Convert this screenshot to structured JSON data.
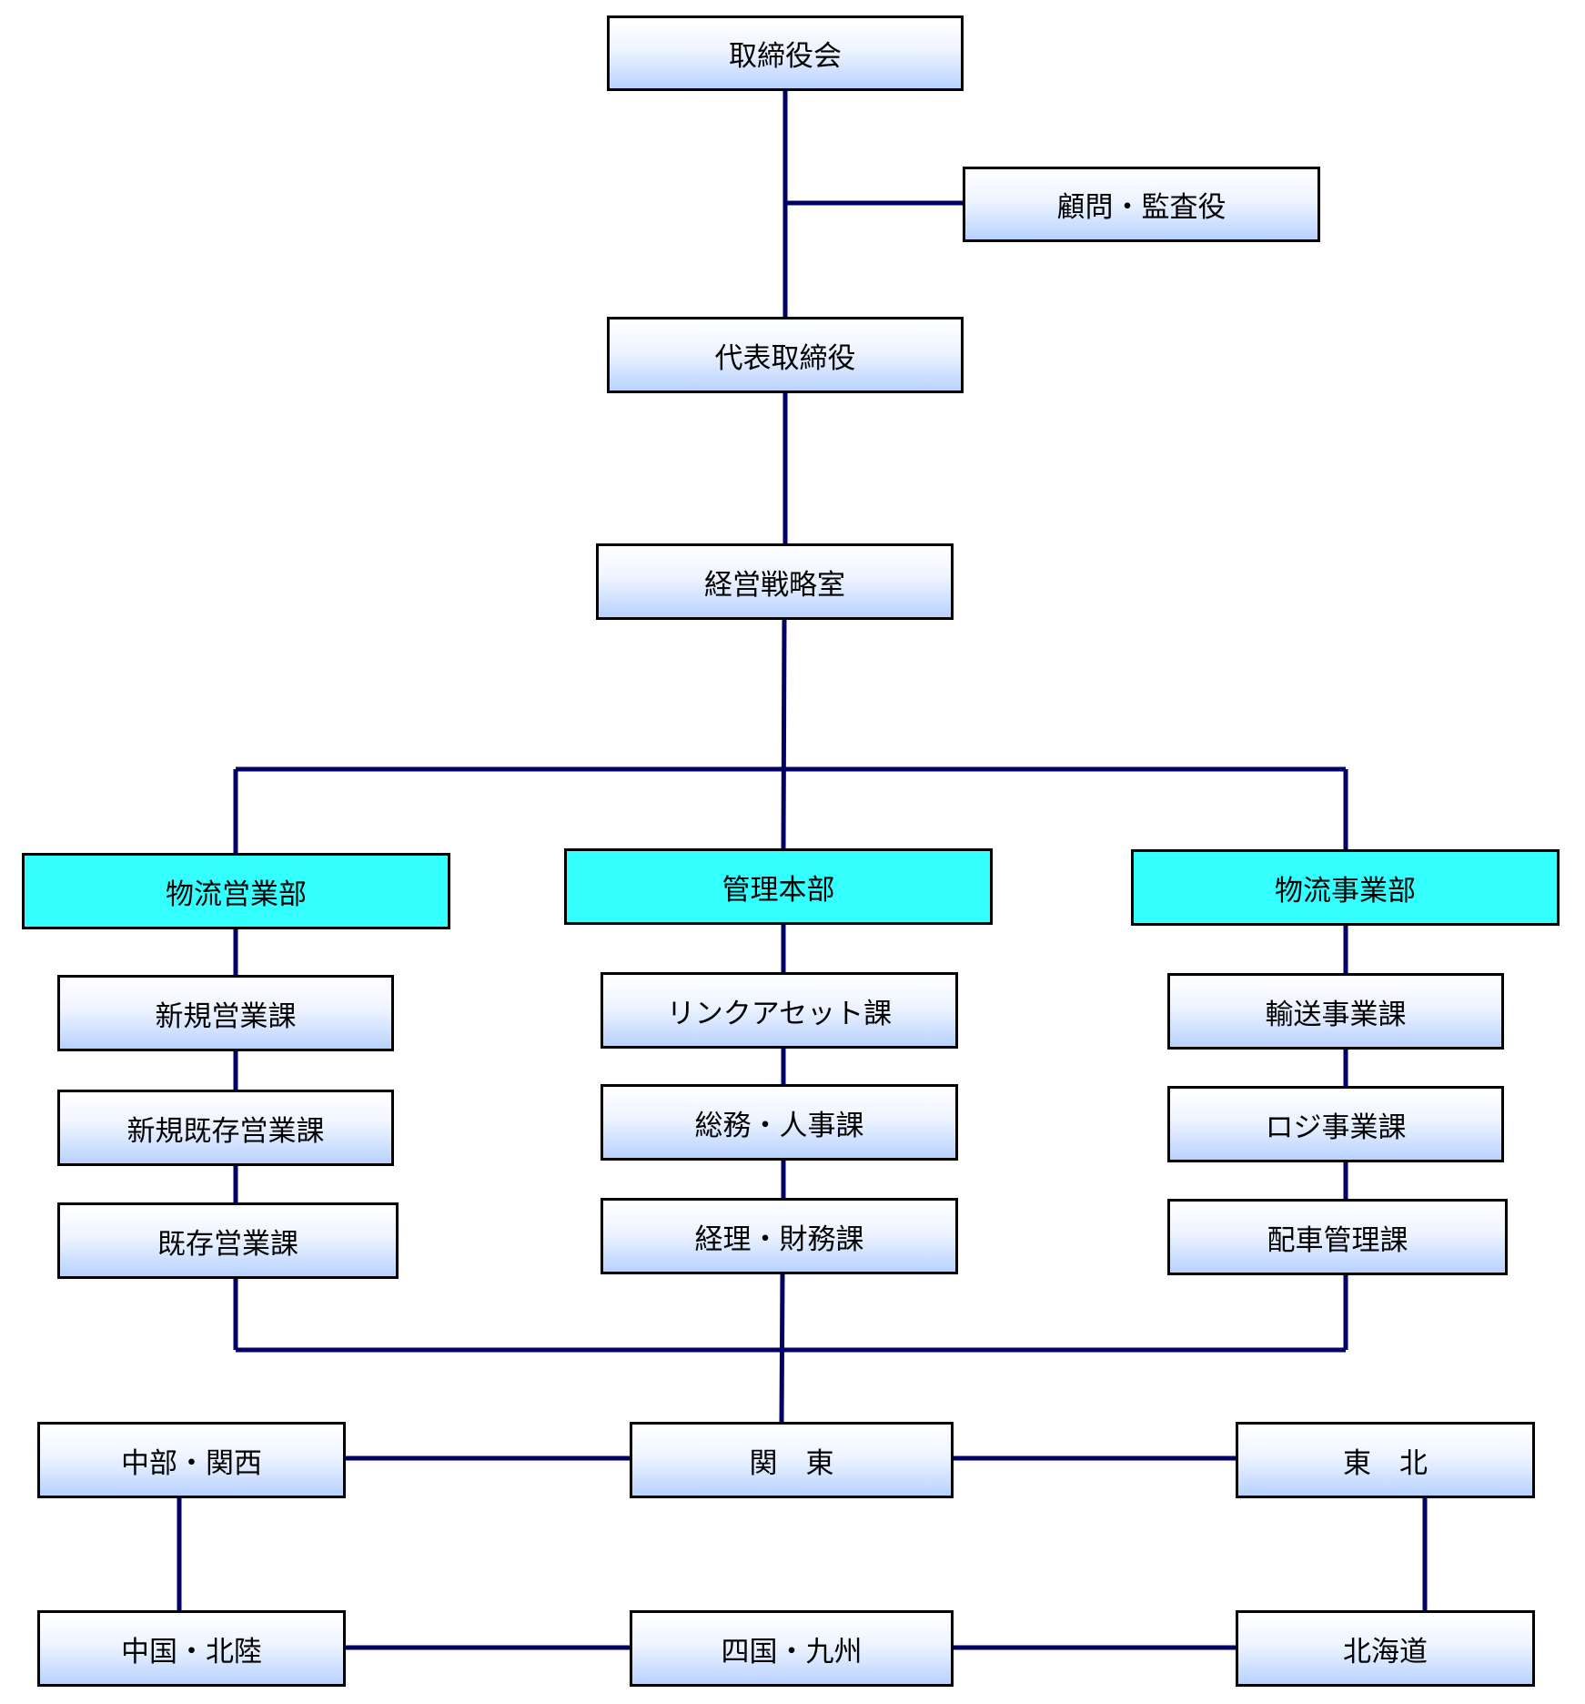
{
  "colors": {
    "line": "#000066",
    "department_fill": "#33ffff",
    "box_gradient_bottom": "#b8d2ff"
  },
  "top": {
    "board": "取締役会",
    "advisors": "顧問・監査役",
    "president": "代表取締役",
    "strategy": "経営戦略室"
  },
  "departments": [
    {
      "name": "物流営業部",
      "sections": [
        "新規営業課",
        "新規既存営業課",
        "既存営業課"
      ]
    },
    {
      "name": "管理本部",
      "sections": [
        "リンクアセット課",
        "総務・人事課",
        "経理・財務課"
      ]
    },
    {
      "name": "物流事業部",
      "sections": [
        "輸送事業課",
        "ロジ事業課",
        "配車管理課"
      ]
    }
  ],
  "regions": {
    "row1": [
      "中部・関西",
      "関　東",
      "東　北"
    ],
    "row2": [
      "中国・北陸",
      "四国・九州",
      "北海道"
    ]
  }
}
